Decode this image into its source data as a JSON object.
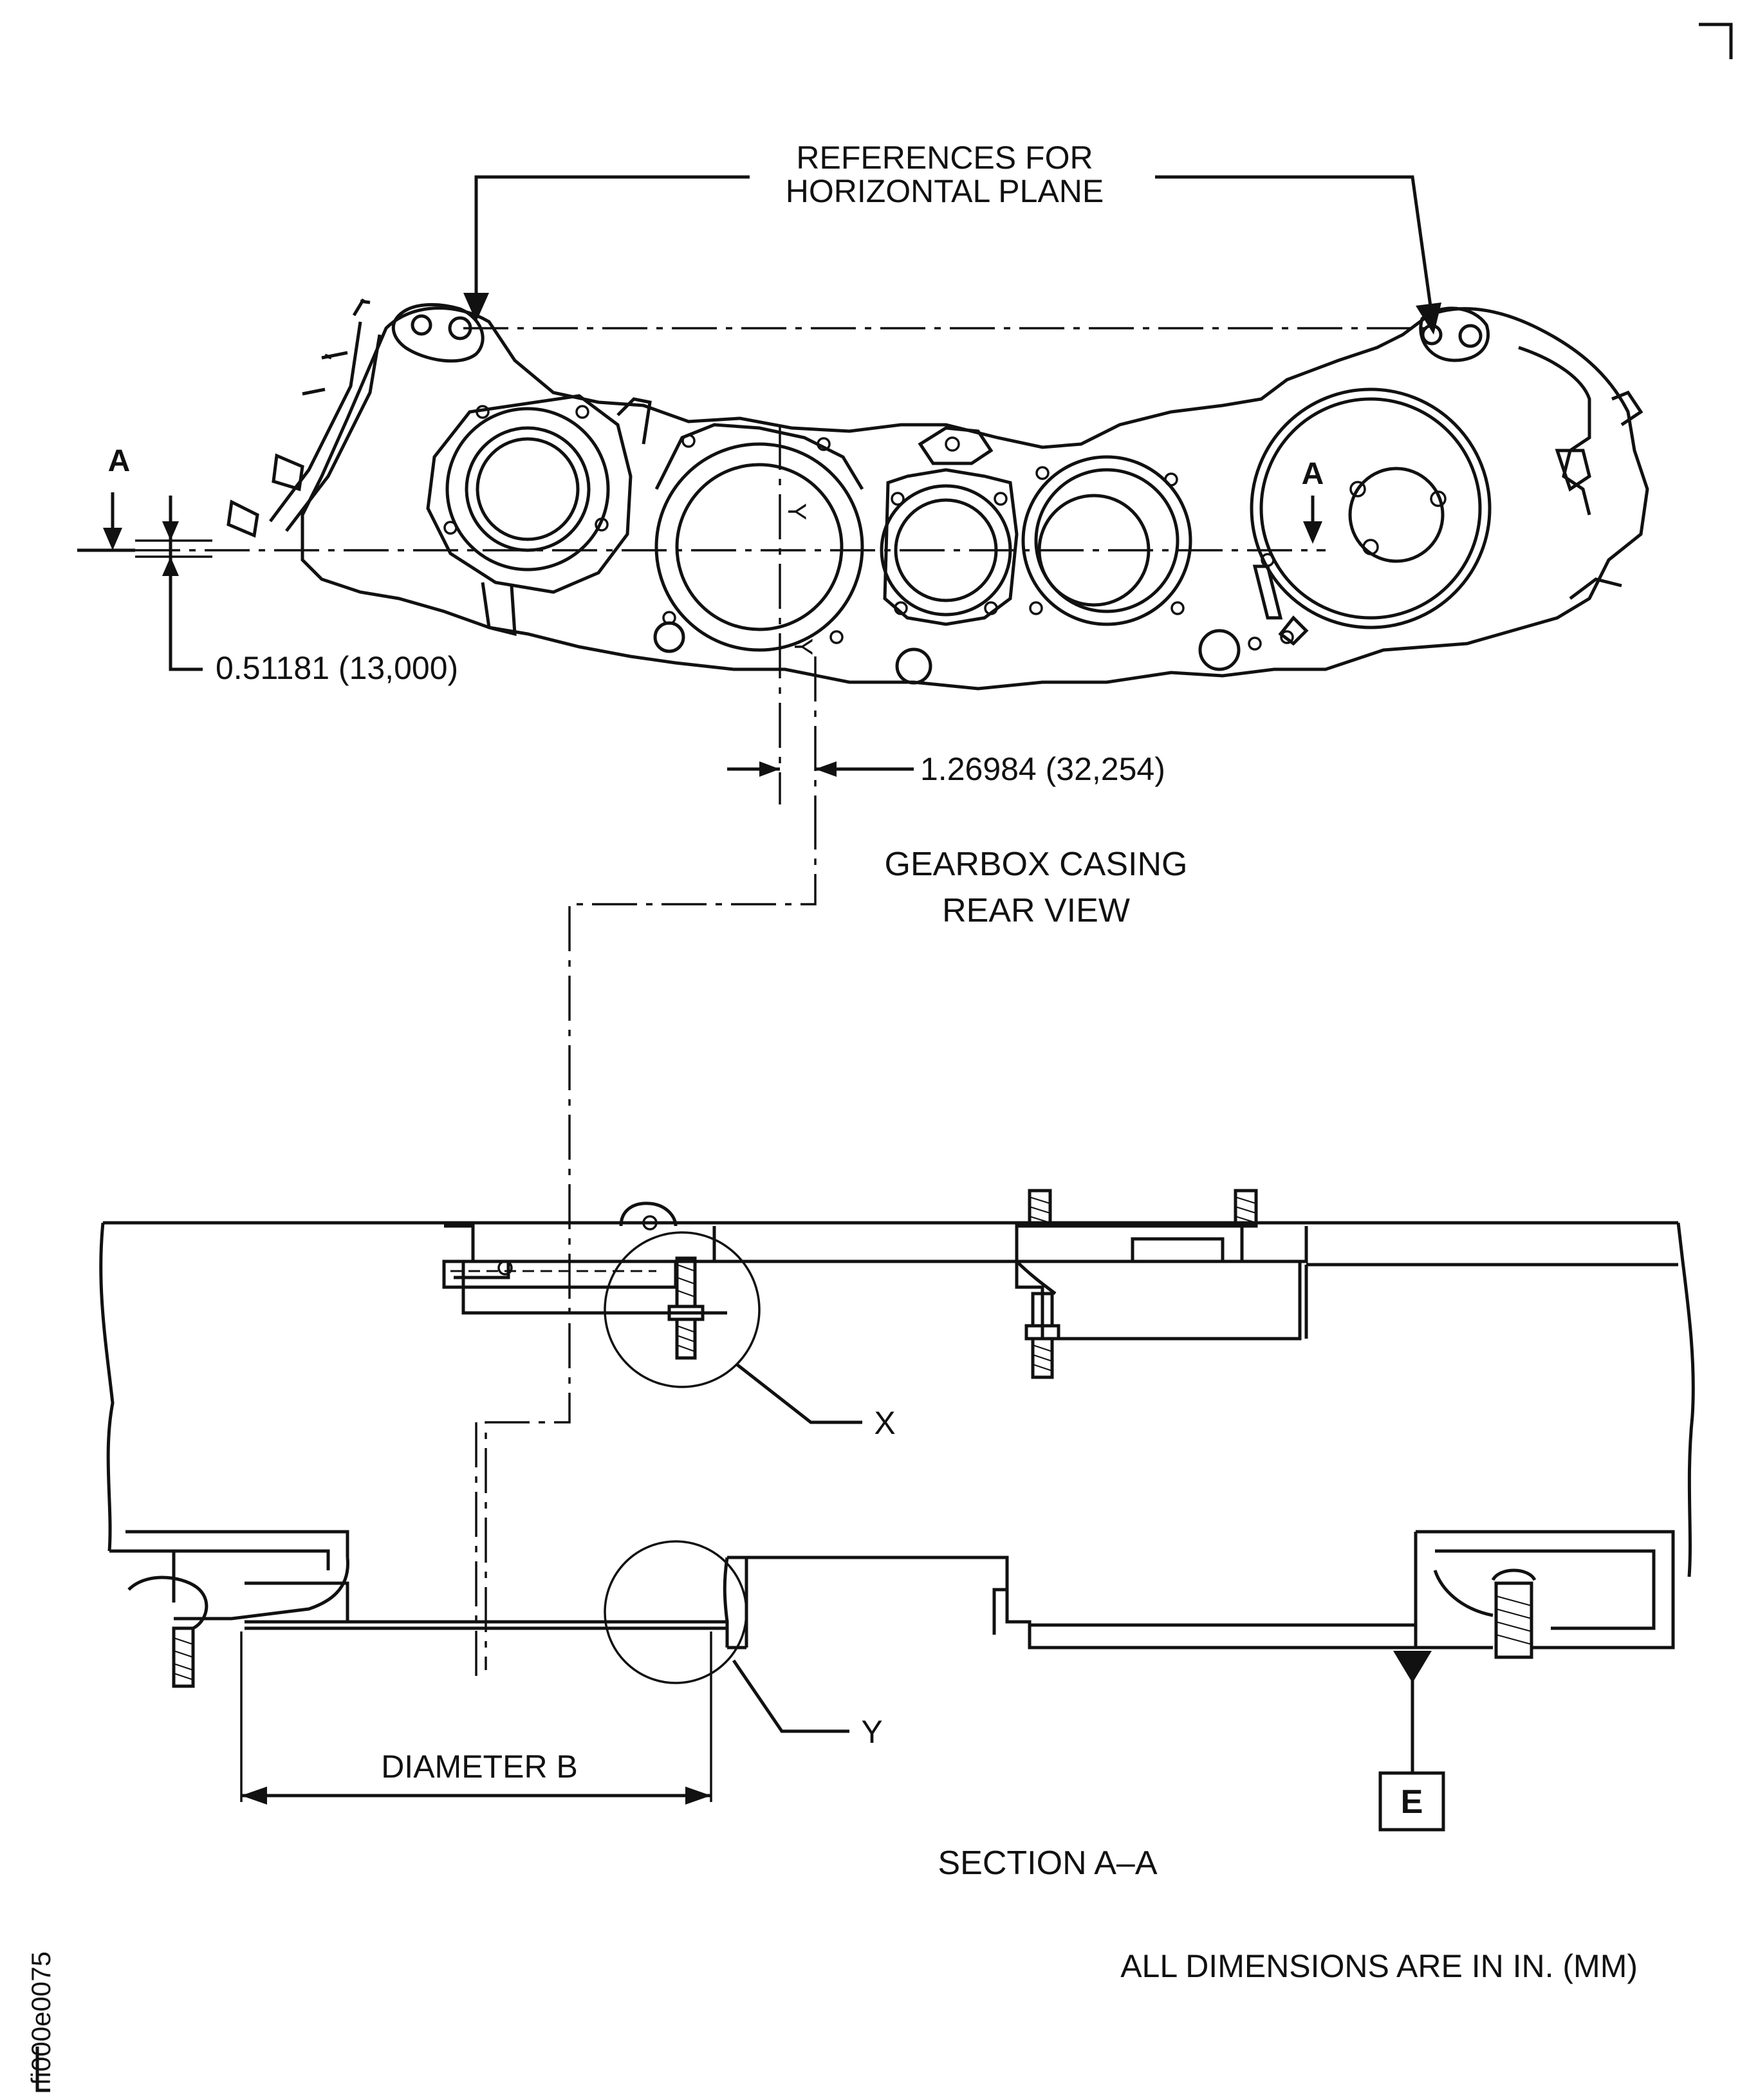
{
  "labels": {
    "references_line1": "REFERENCES FOR",
    "references_line2": "HORIZONTAL PLANE",
    "section_mark_left": "A",
    "section_mark_right": "A",
    "offset_dimension": "0.51181 (13,000)",
    "shift_dimension": "1.26984  (32,254)",
    "view_title_line1": "GEARBOX CASING",
    "view_title_line2": "REAR VIEW",
    "detail_x": "X",
    "detail_y": "Y",
    "diameter_b": "DIAMETER B",
    "datum_e": "E",
    "section_title": "SECTION A–A",
    "units_note": "ALL DIMENSIONS ARE IN IN. (MM)",
    "figure_id": "fi000e0075"
  },
  "rear_view_markings": {
    "upper": "Y",
    "lower": "Y"
  }
}
